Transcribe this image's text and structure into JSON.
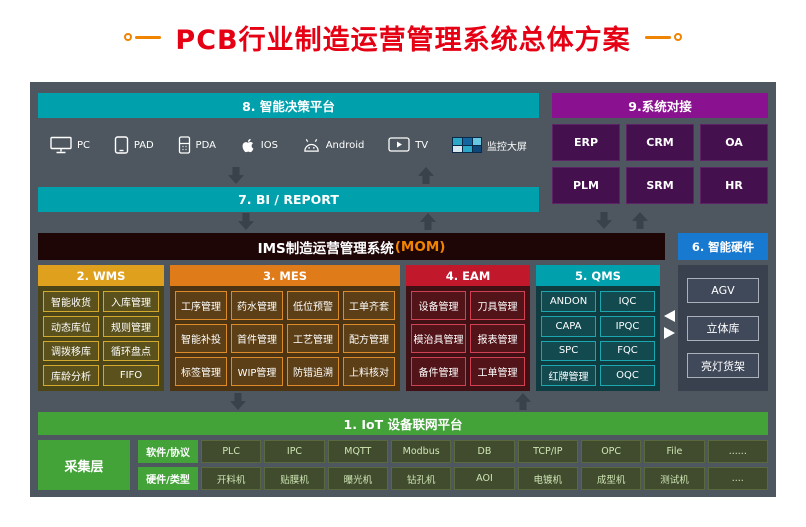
{
  "title": "PCB行业制造运营管理系统总体方案",
  "colors": {
    "title_red": "#e60014",
    "accent_orange": "#f08300",
    "teal": "#00a0ac",
    "purple": "#8a118f",
    "blue": "#1779d0",
    "wms_gold": "#dfa01d",
    "mes_orange": "#df7b19",
    "eam_red": "#c2182c",
    "iot_green": "#43a339",
    "panel_bg": "#4e575f"
  },
  "decision_platform": {
    "header": "8. 智能决策平台",
    "devices": [
      "PC",
      "PAD",
      "PDA",
      "IOS",
      "Android",
      "TV",
      "监控大屏"
    ]
  },
  "bi": {
    "header": "7. BI / REPORT"
  },
  "mom": {
    "title": "IMS制造运营管理系统",
    "suffix": "(MOM)"
  },
  "system_integration": {
    "header": "9.系统对接",
    "items": [
      "ERP",
      "CRM",
      "OA",
      "PLM",
      "SRM",
      "HR"
    ]
  },
  "smart_hardware": {
    "header": "6. 智能硬件",
    "items": [
      "AGV",
      "立体库",
      "亮灯货架"
    ]
  },
  "wms": {
    "header": "2. WMS",
    "items": [
      "智能收货",
      "入库管理",
      "动态库位",
      "规则管理",
      "调拨移库",
      "循环盘点",
      "库龄分析",
      "FIFO"
    ]
  },
  "mes": {
    "header": "3. MES",
    "items": [
      "工序管理",
      "药水管理",
      "低位预警",
      "工单齐套",
      "智能补投",
      "首件管理",
      "工艺管理",
      "配方管理",
      "标签管理",
      "WIP管理",
      "防错追溯",
      "上料核对"
    ]
  },
  "eam": {
    "header": "4. EAM",
    "items": [
      "设备管理",
      "刀具管理",
      "模治具管理",
      "报表管理",
      "备件管理",
      "工单管理"
    ]
  },
  "qms": {
    "header": "5. QMS",
    "items": [
      "ANDON",
      "IQC",
      "CAPA",
      "IPQC",
      "SPC",
      "FQC",
      "红牌管理",
      "OQC"
    ]
  },
  "iot": {
    "header": "1. IoT 设备联网平台",
    "layer_label": "采集层",
    "software": {
      "label": "软件/协议",
      "items": [
        "PLC",
        "IPC",
        "MQTT",
        "Modbus",
        "DB",
        "TCP/IP",
        "OPC",
        "File",
        "......"
      ]
    },
    "hardware": {
      "label": "硬件/类型",
      "items": [
        "开料机",
        "贴膜机",
        "曝光机",
        "钻孔机",
        "AOI",
        "电镀机",
        "成型机",
        "测试机",
        "...."
      ]
    }
  }
}
